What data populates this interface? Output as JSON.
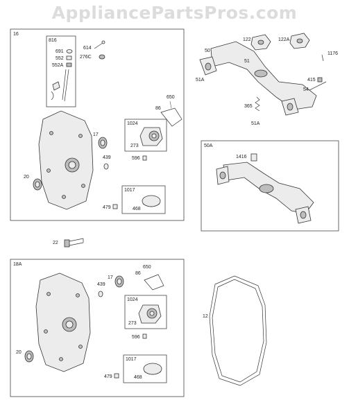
{
  "banner": "AppliancePartsPros.com",
  "group_16": {
    "box_label": "16",
    "kit_816": {
      "label": "816",
      "parts": [
        "691",
        "552",
        "552A"
      ]
    },
    "parts": [
      "614",
      "276C",
      "17",
      "20",
      "439",
      "650",
      "86",
      "596",
      "479"
    ],
    "kit_1024": {
      "label": "1024",
      "parts": [
        "273"
      ]
    },
    "kit_1017": {
      "label": "1017",
      "parts": [
        "468"
      ]
    }
  },
  "manifold": {
    "parts": [
      "50",
      "122",
      "122A",
      "1176",
      "51A",
      "51",
      "415",
      "54",
      "365",
      "51A"
    ]
  },
  "group_50A": {
    "box_label": "50A",
    "parts": [
      "1416"
    ]
  },
  "bolt": {
    "label": "22"
  },
  "group_18A": {
    "box_label": "18A",
    "parts": [
      "650",
      "17",
      "86",
      "439",
      "20",
      "596",
      "479"
    ],
    "kit_1024": {
      "label": "1024",
      "parts": [
        "273"
      ]
    },
    "kit_1017": {
      "label": "1017",
      "parts": [
        "468"
      ]
    }
  },
  "gasket": {
    "label": "12"
  }
}
